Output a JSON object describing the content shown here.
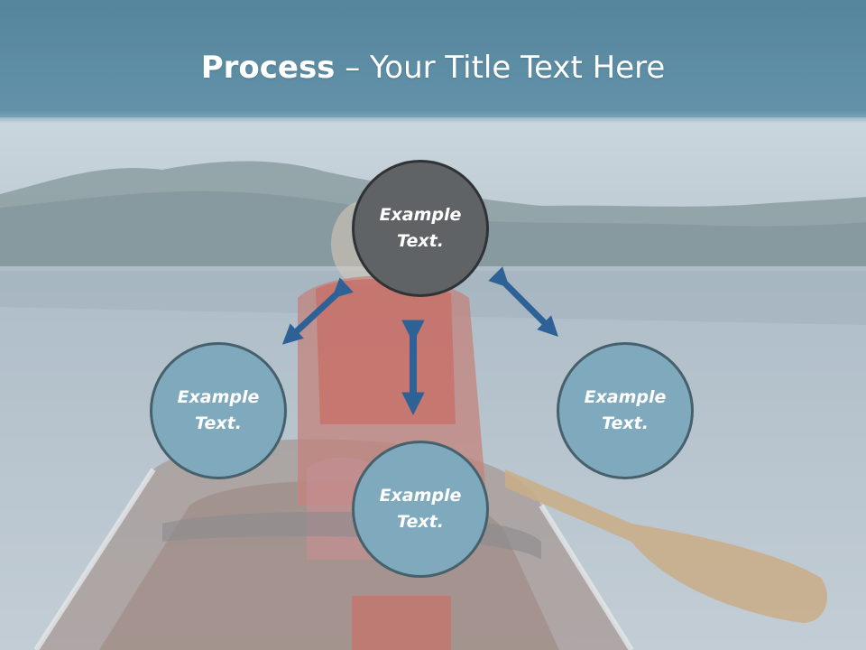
{
  "slide": {
    "title_bold": "Process",
    "title_rest": " – Your Title Text Here"
  },
  "nodes": {
    "top": {
      "line1": "Example",
      "line2": "Text."
    },
    "left": {
      "line1": "Example",
      "line2": "Text."
    },
    "right": {
      "line1": "Example",
      "line2": "Text."
    },
    "bottom": {
      "line1": "Example",
      "line2": "Text."
    }
  },
  "colors": {
    "banner": "#5b8aa0",
    "arrow": "#2e6296",
    "node_dark": "#5f6366",
    "node_light": "#7fa9bc"
  },
  "background": {
    "scene": "lake-canoe-photo"
  }
}
